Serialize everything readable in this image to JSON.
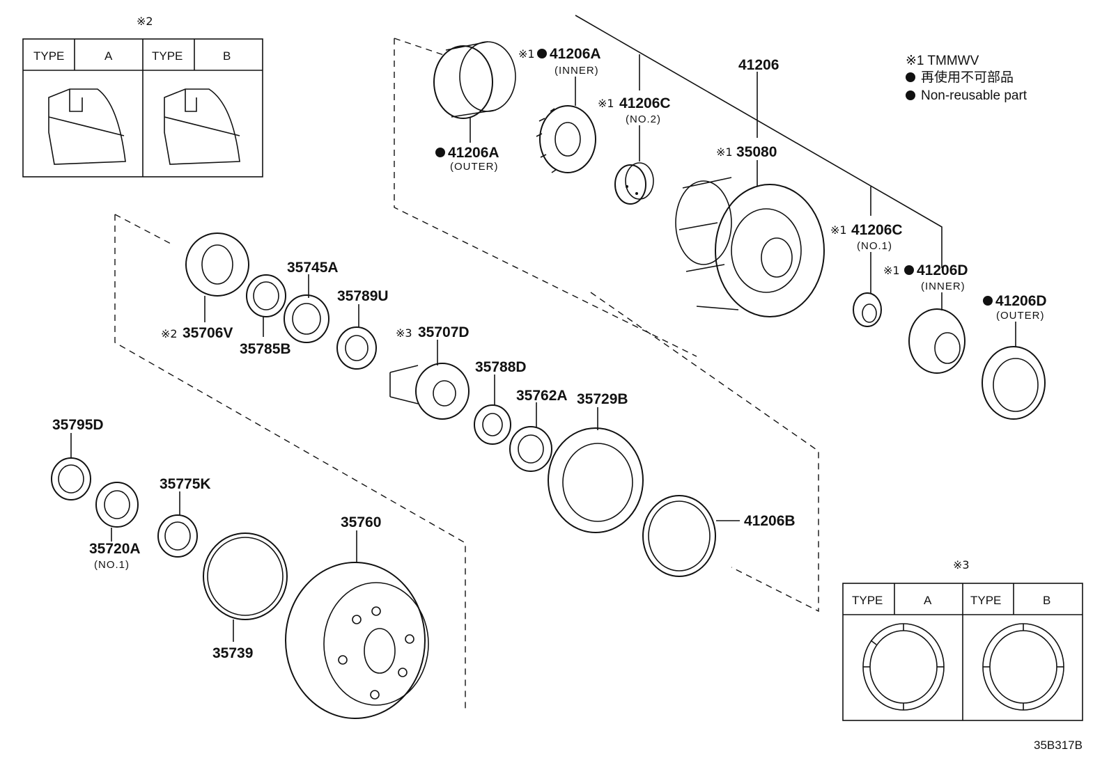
{
  "legend": {
    "note1": "※1 TMMWV",
    "nonreusable_ja": "再使用不可部品",
    "nonreusable_en": "Non-reusable part"
  },
  "table2": {
    "mark": "※2",
    "type1": "TYPE",
    "val1": "A",
    "type2": "TYPE",
    "val2": "B"
  },
  "table3": {
    "mark": "※3",
    "type1": "TYPE",
    "val1": "A",
    "type2": "TYPE",
    "val2": "B"
  },
  "parts": {
    "p41206A_outer": {
      "number": "41206A",
      "sub": "(OUTER)"
    },
    "p41206A_inner": {
      "prefix": "※1",
      "number": "41206A",
      "sub": "(INNER)"
    },
    "p41206C_no2": {
      "prefix": "※1",
      "number": "41206C",
      "sub": "(NO.2)"
    },
    "p41206": {
      "number": "41206"
    },
    "p35080": {
      "prefix": "※1",
      "number": "35080"
    },
    "p41206C_no1": {
      "prefix": "※1",
      "number": "41206C",
      "sub": "(NO.1)"
    },
    "p41206D_inner": {
      "prefix": "※1",
      "number": "41206D",
      "sub": "(INNER)"
    },
    "p41206D_outer": {
      "number": "41206D",
      "sub": "(OUTER)"
    },
    "p35706V": {
      "prefix": "※2",
      "number": "35706V"
    },
    "p35785B": {
      "number": "35785B"
    },
    "p35745A": {
      "number": "35745A"
    },
    "p35789U": {
      "number": "35789U"
    },
    "p35707D": {
      "prefix": "※3",
      "number": "35707D"
    },
    "p35788D": {
      "number": "35788D"
    },
    "p35762A": {
      "number": "35762A"
    },
    "p35729B": {
      "number": "35729B"
    },
    "p41206B": {
      "number": "41206B"
    },
    "p35795D": {
      "number": "35795D"
    },
    "p35720A": {
      "number": "35720A",
      "sub": "(NO.1)"
    },
    "p35775K": {
      "number": "35775K"
    },
    "p35739": {
      "number": "35739"
    },
    "p35760": {
      "number": "35760"
    }
  },
  "figure_code": "35B317B",
  "colors": {
    "line": "#111111",
    "watermark": "#8e8e8e"
  }
}
